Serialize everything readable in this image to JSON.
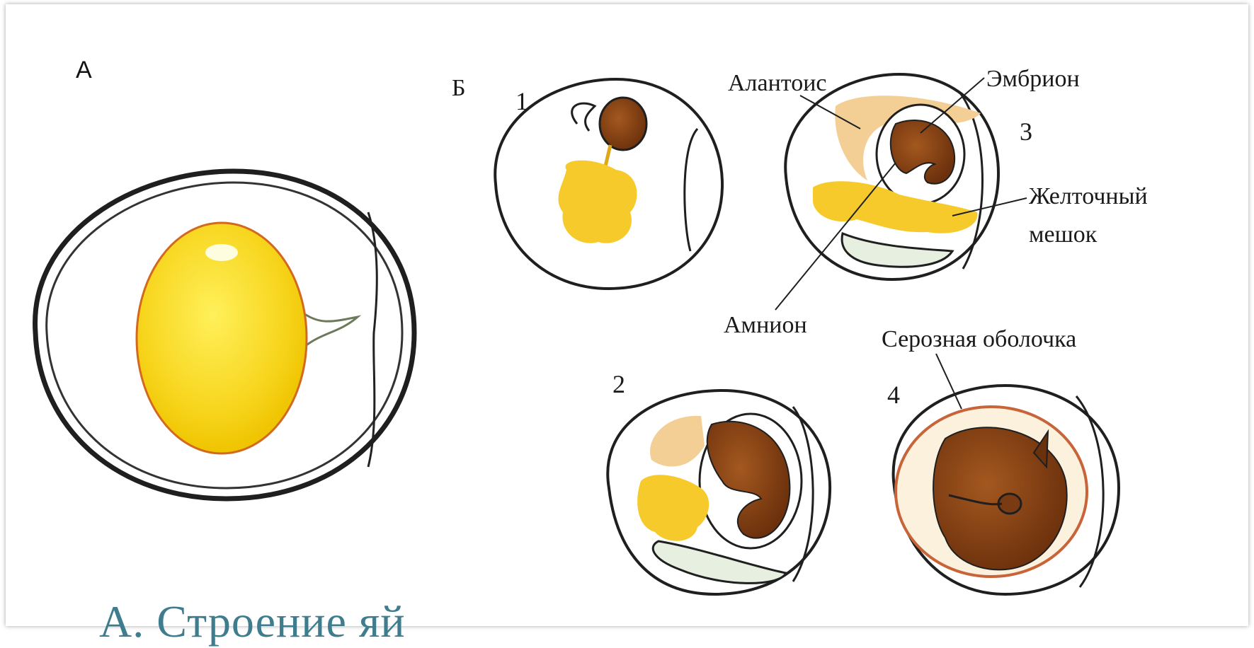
{
  "panels": {
    "a": "А",
    "b": "Б"
  },
  "stages": [
    "1",
    "2",
    "3",
    "4"
  ],
  "labels": {
    "allantois": "Алантоис",
    "embryo": "Эмбрион",
    "yolk_sac_line1": "Желточный",
    "yolk_sac_line2": "мешок",
    "amnion": "Амнион",
    "serosa": "Серозная оболочка"
  },
  "caption": "А. Строение яй",
  "colors": {
    "yolk": "#f7d51d",
    "yolk_edge": "#d2691e",
    "embryo": "#7a3b12",
    "allantois": "#f3cf95",
    "shell": "#1f1f1f",
    "caption": "#3f7d8e"
  }
}
